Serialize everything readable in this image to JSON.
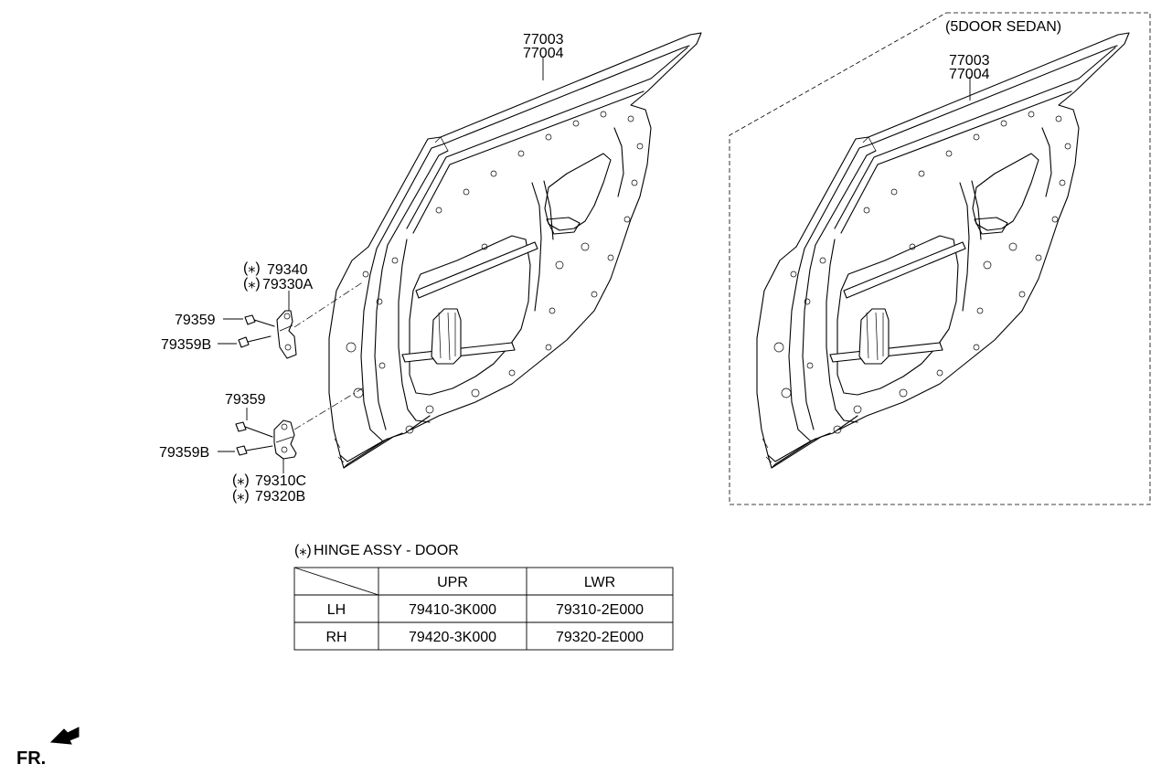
{
  "labels": {
    "left_door_top_1": "77003",
    "left_door_top_2": "77004",
    "right_door_top_1": "77003",
    "right_door_top_2": "77004",
    "variant_title": "(5DOOR SEDAN)",
    "upper_hinge_1": "79340",
    "upper_hinge_2": "79330A",
    "upper_bolt_1": "79359",
    "upper_bolt_2": "79359B",
    "lower_bolt_1": "79359",
    "lower_bolt_2": "79359B",
    "lower_hinge_1": "79310C",
    "lower_hinge_2": "79320B",
    "asterisk_mark": "(⁎)",
    "front_indicator": "FR."
  },
  "hinge_table": {
    "title": "HINGE ASSY - DOOR",
    "columns": [
      "UPR",
      "LWR"
    ],
    "rows": [
      {
        "side": "LH",
        "upr": "79410-3K000",
        "lwr": "79310-2E000"
      },
      {
        "side": "RH",
        "upr": "79420-3K000",
        "lwr": "79320-2E000"
      }
    ]
  }
}
